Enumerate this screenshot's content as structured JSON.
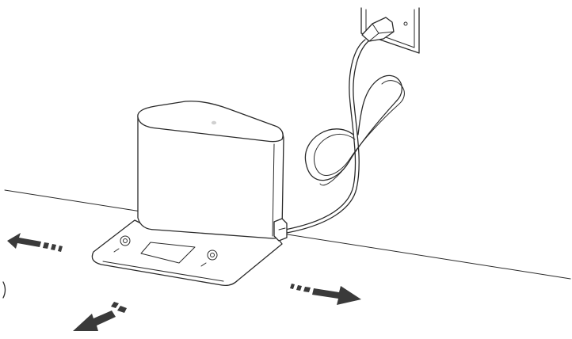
{
  "figure": {
    "subject": "charging-dock-placement",
    "elements": [
      "wall-outlet",
      "power-plug",
      "power-cord",
      "charging-dock",
      "floor-line",
      "clearance-arrow"
    ],
    "arrows": [
      {
        "name": "clearance-arrow-left",
        "direction": "left"
      },
      {
        "name": "clearance-arrow-right",
        "direction": "right"
      },
      {
        "name": "clearance-arrow-front",
        "direction": "front-left"
      }
    ],
    "colors": {
      "line": "#2a2a2a",
      "arrow": "#3a3a3a",
      "background": "#ffffff",
      "shade": "#d0d0d0"
    }
  }
}
